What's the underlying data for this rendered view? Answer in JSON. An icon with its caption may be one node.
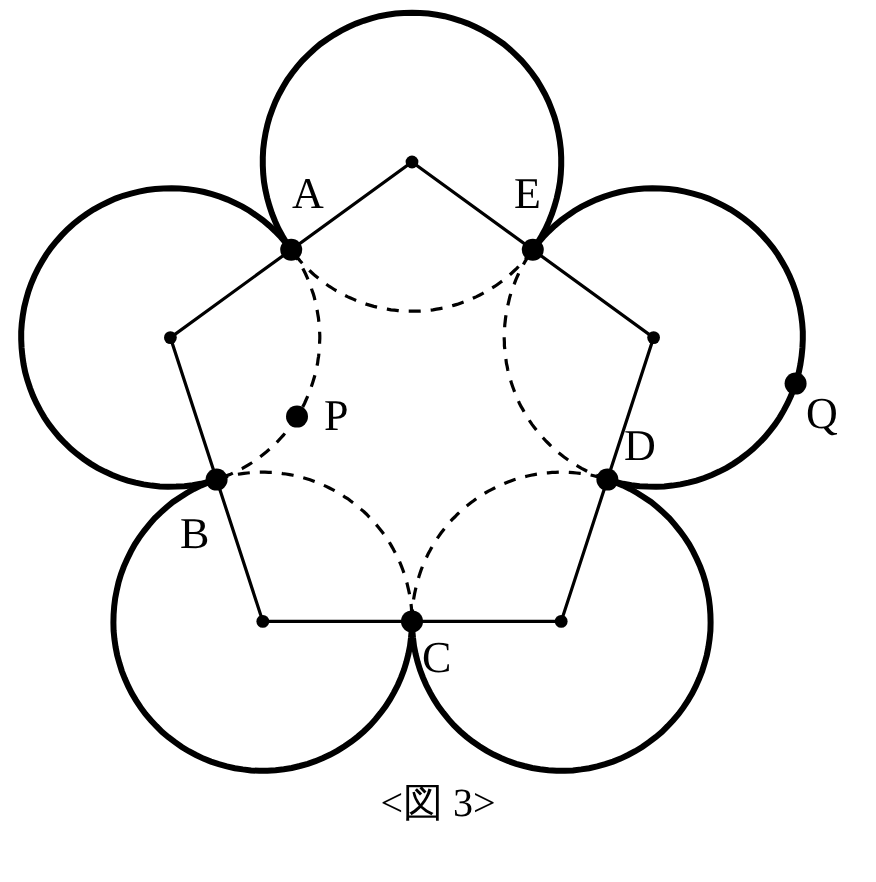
{
  "diagram": {
    "caption": "<図 3>",
    "labels": [
      "A",
      "E",
      "P",
      "Q",
      "D",
      "B",
      "C"
    ]
  }
}
